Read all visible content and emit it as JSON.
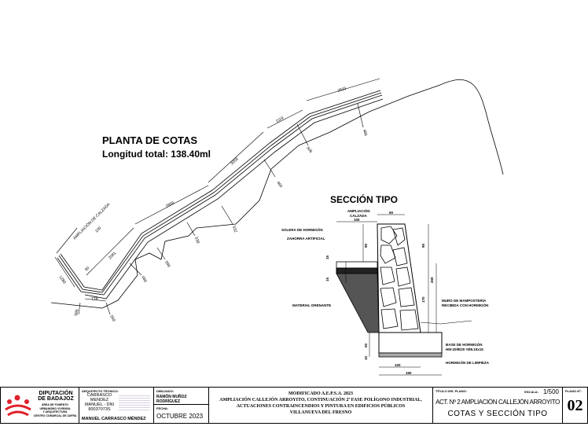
{
  "plan": {
    "title": "PLANTA DE COTAS",
    "subtitle": "Longitud total: 138.40ml",
    "ampliacion_label": "AMPLIACIÓN DE CALZADA",
    "ampliacion_value": "100",
    "dimensions": [
      "2523",
      "1119",
      "3058",
      "463",
      "506",
      "486",
      "2859",
      "2081",
      "80",
      "1288",
      "778",
      "532",
      "538",
      "596",
      "489",
      "585",
      "558"
    ]
  },
  "section": {
    "title": "SECCIÓN TIPO",
    "ampliacion": "AMPLIACIÓN",
    "calzada": "CALZADA",
    "calzada_width": "100",
    "wall_top": "60",
    "solera": "SOLERA DE HORMIGÓN",
    "zahorra": "ZAHORRA ARTIFICIAL",
    "material": "MATERIAL DRENANTE",
    "muro_1": "MURO DE MAMPOSTERÍA",
    "muro_2": "RECIBIDA CON HORMIGÓN",
    "base_1": "BASE DE HORMIGÓN",
    "base_2": "HM-20/B/20 #Ø8.15x15",
    "limpieza": "HORMIGÓN DE LIMPIEZA",
    "dims": {
      "d90a": "90",
      "d90b": "90",
      "d15a": "15",
      "d15b": "15",
      "d170": "170",
      "d260": "260",
      "d60": "60",
      "d10": "10",
      "d100": "100",
      "d150": "150"
    }
  },
  "title_block": {
    "org_1": "DIPUTACIÓN",
    "org_2": "DE BADAJOZ",
    "area_1": "ÁREA DE FOMENTO",
    "area_2": "URBANISMO VIVIENDA",
    "area_3": "Y ARQUITECTURA",
    "area_4": "CENTRO COMARCAL DE ZAFRA",
    "architect_label": "ARQUITECTO TÉCNICO:",
    "architect_sig_1": "CARRASCO",
    "architect_sig_2": "MENDEZ",
    "architect_sig_3": "MANUEL - DNI",
    "architect_sig_4": "80037073S",
    "architect_name": "MANUEL CARRASCO MÉNDEZ",
    "drawn_label": "DIBUJADO:",
    "drawn_name": "RAMÓN MUÑOZ RODRÍGUEZ",
    "date_label": "FECHA:",
    "date": "OCTUBRE 2023",
    "project_1": "MODIFICADO A.E.P.S.A. 2023",
    "project_2": "AMPLIACIÓN CALLEJÓN ARROYITO, CONTINUACIÓN 2ª FASE POLÍGONO INDUSTRIAL,",
    "project_3": "ACTUACIONES CONTRAINCENDIOS Y PINTURA EN EDIFICIOS PÚBLICOS",
    "project_4": "VILLANUEVA DEL FRESNO",
    "plan_title_label": "TÍTULO DEL PLANO:",
    "scale_label": "ESCALA:",
    "scale": "1/500",
    "plan_title_1": "ACT. Nº 2 AMPLIACIÓN CALLEJÓN ARROYITO",
    "plan_title_2": "COTAS Y SECCIÓN TIPO",
    "plan_no_label": "PLANO Nº:",
    "plan_no": "02"
  },
  "colors": {
    "logo_red": "#e0202a",
    "ink": "#000000"
  }
}
